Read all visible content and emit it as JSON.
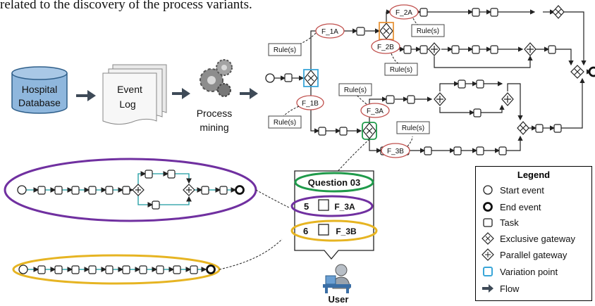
{
  "caption": "related to the discovery of the process variants.",
  "pipeline": {
    "hospital_db": [
      "Hospital",
      "Database"
    ],
    "event_log": [
      "Event",
      "Log"
    ],
    "process_mining": [
      "Process",
      "mining"
    ]
  },
  "fragments": {
    "f1a": "F_1A",
    "f1b": "F_1B",
    "f2a": "F_2A",
    "f2b": "F_2B",
    "f3a": "F_3A",
    "f3b": "F_3B"
  },
  "rules_label": "Rule(s)",
  "question": {
    "title": "Question 03",
    "option1_number": "5",
    "option1_label": "F_3A",
    "option2_number": "6",
    "option2_label": "F_3B"
  },
  "user_label": "User",
  "legend": {
    "title": "Legend",
    "items": [
      "Start event",
      "End event",
      "Task",
      "Exclusive gateway",
      "Parallel gateway",
      "Variation point",
      "Flow"
    ]
  },
  "colors": {
    "db_fill": "#8fb7dd",
    "arrow": "#3e4a57",
    "red": "#c0504d",
    "orange": "#e8953a",
    "green": "#1f9a4a",
    "purple": "#7030a0",
    "yellow": "#e6b422",
    "cyan": "#3aa6d8",
    "teal": "#1a9aa0"
  }
}
